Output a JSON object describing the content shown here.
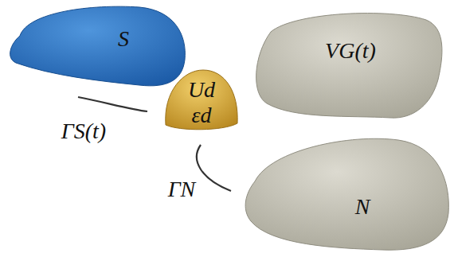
{
  "diagram": {
    "nodes": [
      {
        "text": [
          "S"
        ]
      },
      {
        "text": [
          "VG(t)"
        ]
      },
      {
        "text": [
          "Ud",
          "εd"
        ]
      },
      {
        "text": [
          "N"
        ]
      }
    ],
    "labels": [
      "ΓS(t)",
      "ΓN"
    ]
  }
}
